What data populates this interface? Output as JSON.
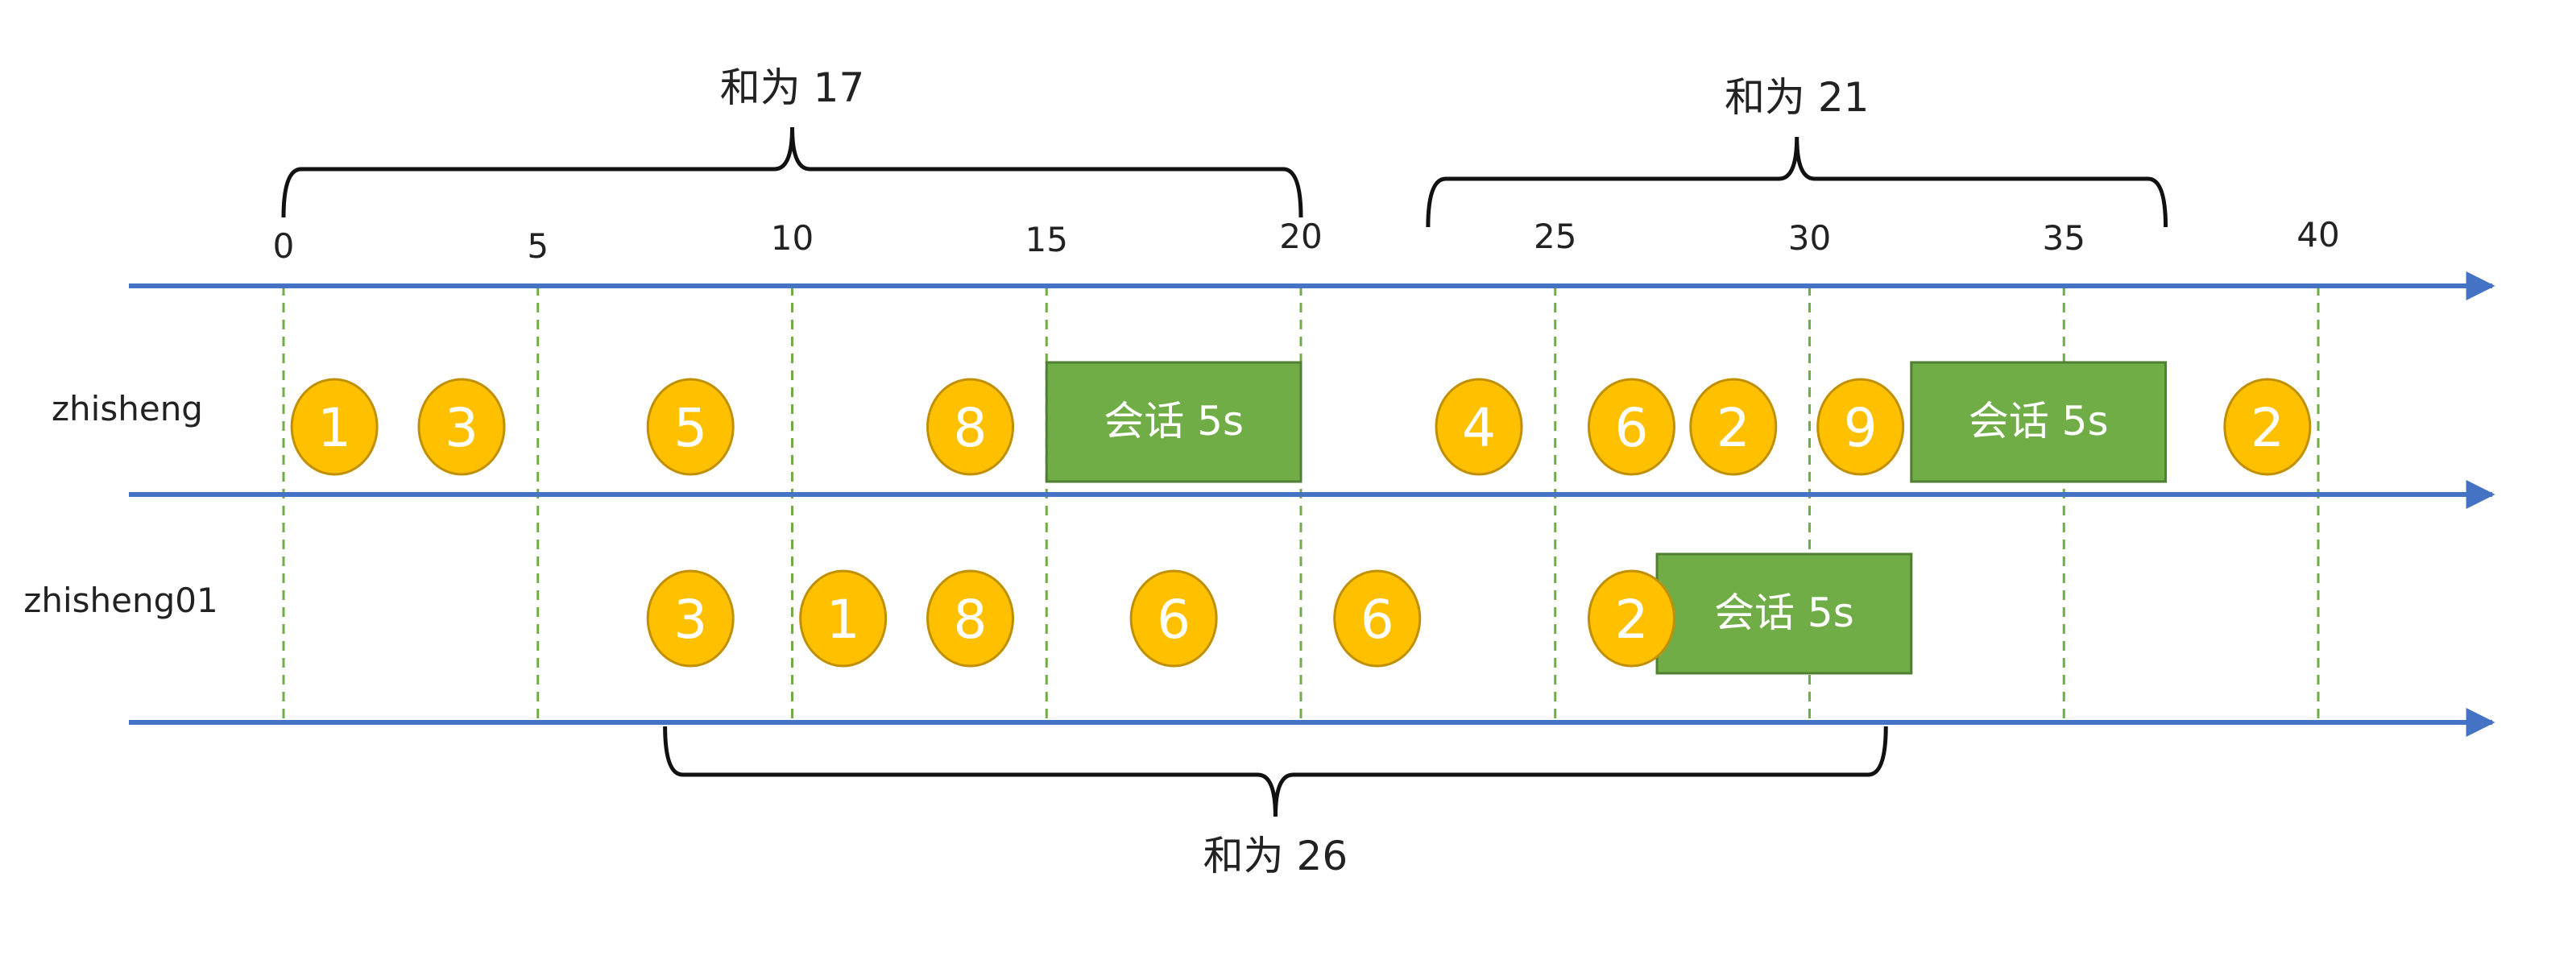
{
  "colors": {
    "axis": "#4472C4",
    "gridline": "#70AD47",
    "event_fill": "#FFC000",
    "event_stroke": "#C09000",
    "session_fill": "#70AD47",
    "session_stroke": "#507E32",
    "text": "#222222",
    "white": "#FFFFFF",
    "brace": "#111111"
  },
  "timeline": {
    "ticks": [
      0,
      5,
      10,
      15,
      20,
      25,
      30,
      35,
      40
    ]
  },
  "rows": [
    {
      "label": "zhisheng",
      "events": [
        {
          "t": 1,
          "value": "1"
        },
        {
          "t": 3.5,
          "value": "3"
        },
        {
          "t": 8,
          "value": "5"
        },
        {
          "t": 13.5,
          "value": "8"
        },
        {
          "t": 23.5,
          "value": "4"
        },
        {
          "t": 26.5,
          "value": "6"
        },
        {
          "t": 28.5,
          "value": "2"
        },
        {
          "t": 31,
          "value": "9"
        },
        {
          "t": 39,
          "value": "2"
        }
      ],
      "sessions": [
        {
          "start": 15,
          "end": 20,
          "label": "会话 5s"
        },
        {
          "start": 32,
          "end": 37,
          "label": "会话 5s"
        }
      ]
    },
    {
      "label": "zhisheng01",
      "events": [
        {
          "t": 8,
          "value": "3"
        },
        {
          "t": 11,
          "value": "1"
        },
        {
          "t": 13.5,
          "value": "8"
        },
        {
          "t": 17.5,
          "value": "6"
        },
        {
          "t": 21.5,
          "value": "6"
        },
        {
          "t": 26.5,
          "value": "2"
        }
      ],
      "sessions": [
        {
          "start": 27,
          "end": 32,
          "label": "会话 5s"
        }
      ]
    }
  ],
  "braces": [
    {
      "start": 0,
      "end": 20,
      "side": "top",
      "label": "和为 17"
    },
    {
      "start": 22.5,
      "end": 37,
      "side": "top",
      "label": "和为 21"
    },
    {
      "start": 7.5,
      "end": 31.5,
      "side": "bottom",
      "label": "和为 26"
    }
  ]
}
